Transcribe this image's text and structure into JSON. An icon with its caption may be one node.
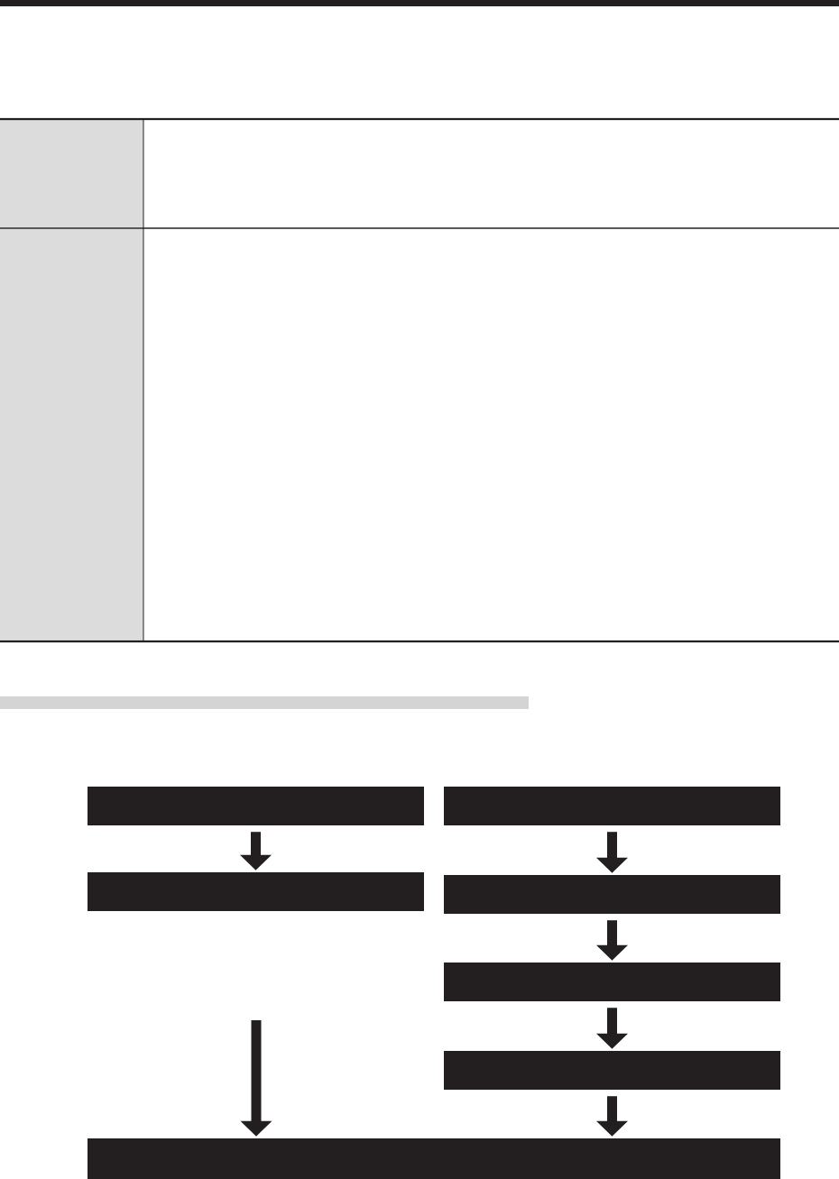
{
  "diagram": {
    "nodes": [
      {
        "text": [],
        "shape": "box"
      },
      {
        "text": [],
        "shape": "box"
      },
      {
        "text": [],
        "shape": "box"
      },
      {
        "text": [],
        "shape": "box"
      },
      {
        "text": [],
        "shape": "box"
      },
      {
        "text": [],
        "shape": "box"
      },
      {
        "text": [],
        "shape": "box"
      }
    ],
    "edges": [
      {
        "from": 0,
        "to": 1,
        "arrow": "to"
      },
      {
        "from": 2,
        "to": 3,
        "arrow": "to"
      },
      {
        "from": 3,
        "to": 4,
        "arrow": "to"
      },
      {
        "from": 4,
        "to": 5,
        "arrow": "to"
      },
      {
        "from": null,
        "to": 6,
        "arrow": "to"
      },
      {
        "from": 5,
        "to": 6,
        "arrow": "to"
      }
    ]
  }
}
